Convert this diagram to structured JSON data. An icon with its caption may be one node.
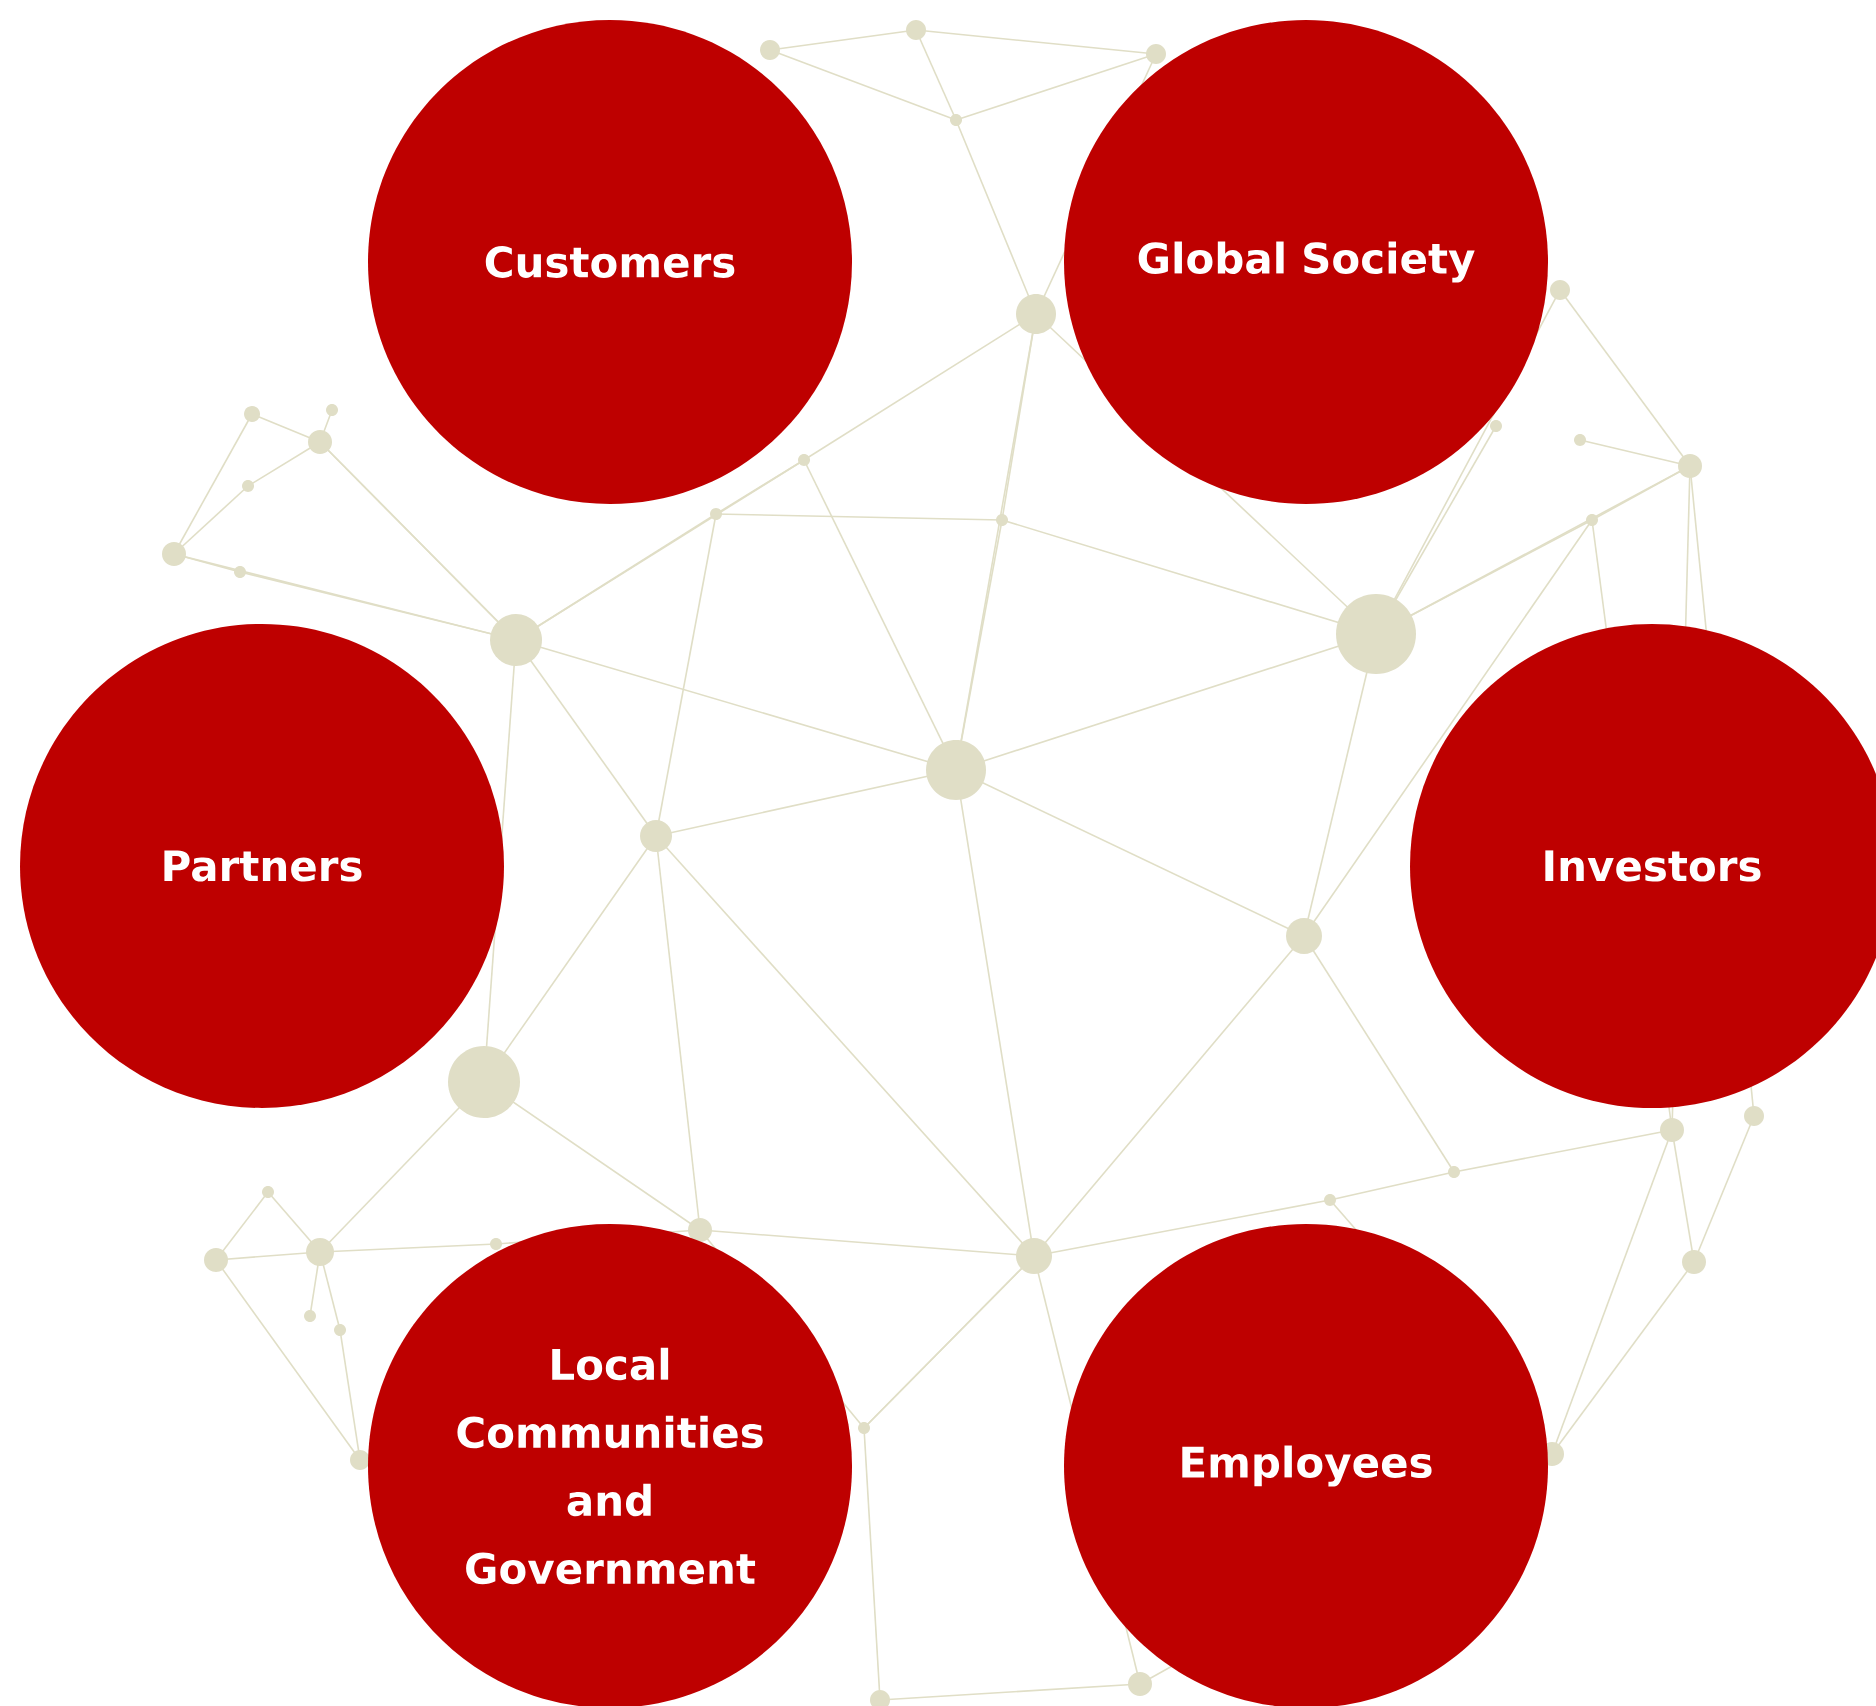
{
  "diagram": {
    "nodes": [
      {
        "text": [
          "Customers"
        ]
      },
      {
        "text": [
          "Global Society"
        ]
      },
      {
        "text": [
          "Partners"
        ]
      },
      {
        "text": [
          "Investors"
        ]
      },
      {
        "text": [
          "Local Communities and Government"
        ]
      },
      {
        "text": [
          "Employees"
        ]
      }
    ]
  }
}
